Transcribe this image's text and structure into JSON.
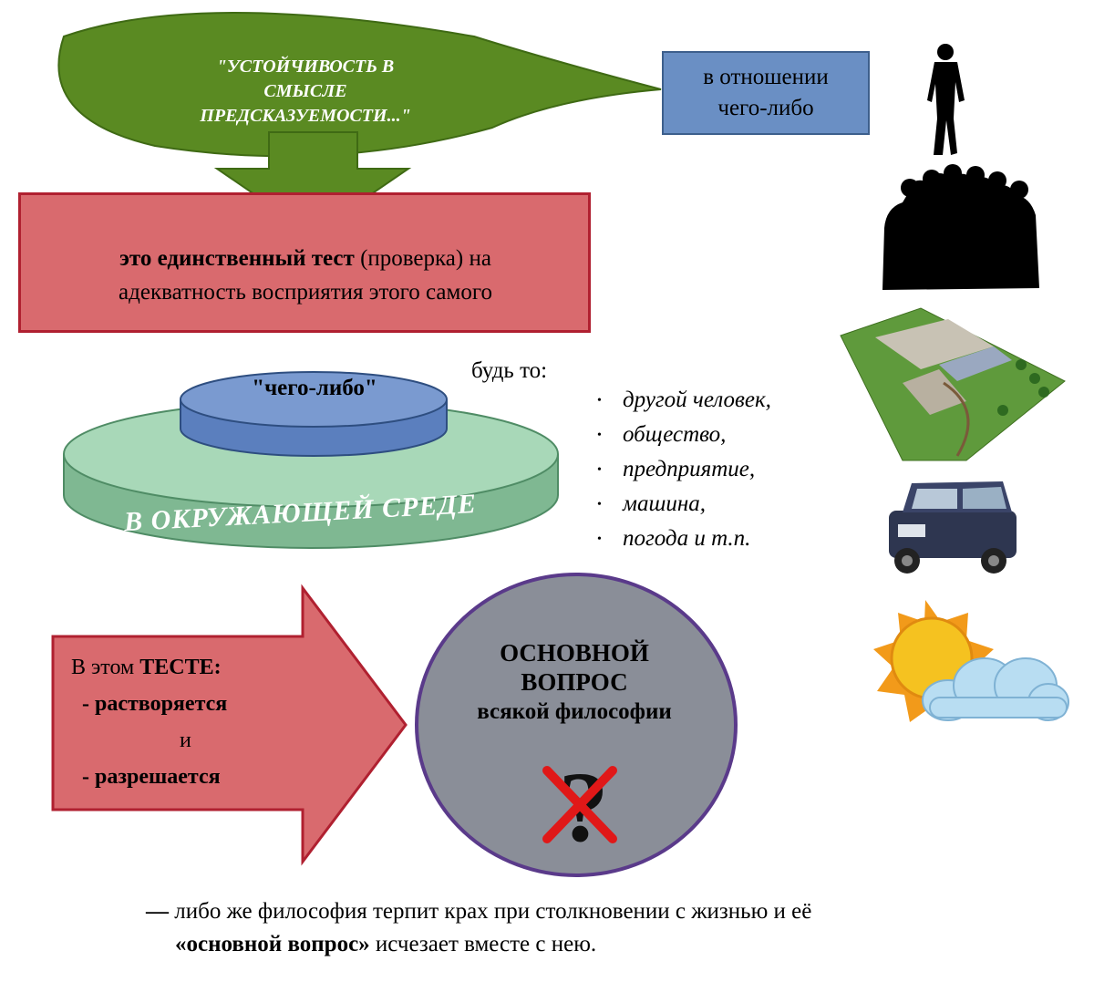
{
  "bubble": {
    "line1": "\"УСТОЙЧИВОСТЬ В",
    "line2": "СМЫСЛЕ ПРЕДСКАЗУЕМОСТИ...\""
  },
  "relation_box": {
    "line1": "в отношении",
    "line2": "чего-либо"
  },
  "test_box": {
    "bold": "это единственный тест",
    "rest1": " (проверка) на",
    "line2": "адекватность восприятия этого самого"
  },
  "disk": {
    "top_label": "\"чего-либо\"",
    "base_label": "В  ОКРУЖАЮЩЕЙ   СРЕДЕ"
  },
  "examples": {
    "intro": "будь то:",
    "items": [
      "другой человек,",
      "общество,",
      "предприятие,",
      "машина,",
      "погода и т.п."
    ]
  },
  "arrow_box": {
    "prefix": "В этом ",
    "bold": "ТЕСТЕ:",
    "dissolves": "- растворяется",
    "and": "и",
    "resolves": "- разрешается"
  },
  "question_circle": {
    "line1": "ОСНОВНОЙ",
    "line2": "ВОПРОС",
    "line3": "всякой философии",
    "symbol": "?"
  },
  "bottom": {
    "dash": "—",
    "line1": " либо же философия терпит крах при столкновении с жизнью и её",
    "bold": "«основной вопрос»",
    "line2_rest": " исчезает вместе с нею."
  },
  "icons": [
    "businessman-icon",
    "crowd-icon",
    "factory-icon",
    "car-icon",
    "sun-cloud-icon"
  ],
  "colors": {
    "green": "#5a8a22",
    "blue": "#6a8fc4",
    "red": "#d96a6e",
    "teal": "#8cc0a0",
    "gray": "#8a8e98",
    "purple": "#5a3a8a"
  }
}
